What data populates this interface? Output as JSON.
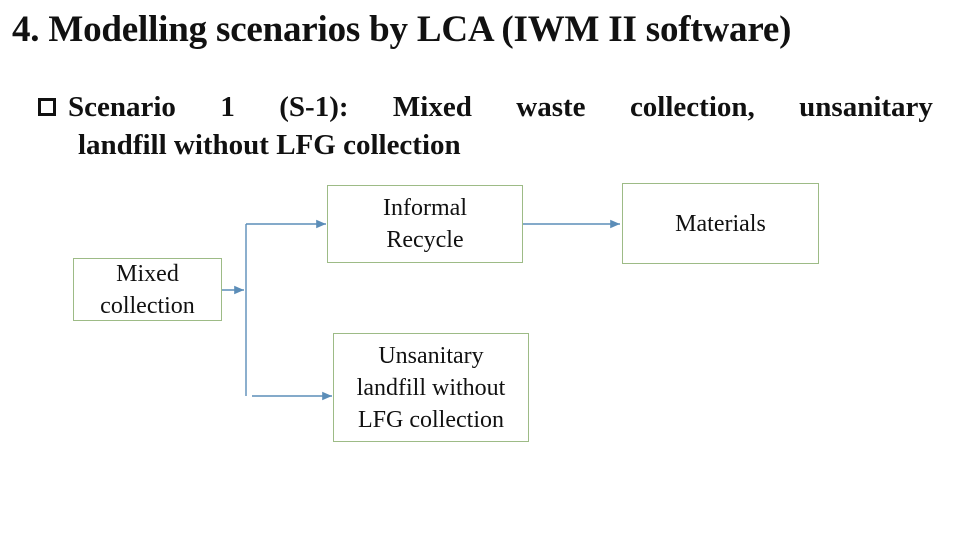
{
  "slide": {
    "title": "4. Modelling scenarios by LCA (IWM II software)",
    "bullet": {
      "line1_words": [
        "Scenario",
        "1",
        "(S-1):",
        "Mixed",
        "waste",
        "collection,",
        "unsanitary"
      ],
      "line2": "landfill without LFG collection"
    }
  },
  "diagram": {
    "nodes": {
      "mixed_collection": {
        "lines": [
          "Mixed",
          "collection"
        ]
      },
      "informal_recycle": {
        "lines": [
          "Informal",
          "Recycle"
        ]
      },
      "materials": {
        "lines": [
          "Materials"
        ]
      },
      "landfill": {
        "lines": [
          "Unsanitary",
          "landfill without",
          "LFG collection"
        ]
      }
    },
    "edges": [
      {
        "from": "mixed_collection",
        "to": "informal_recycle"
      },
      {
        "from": "mixed_collection",
        "to": "landfill"
      },
      {
        "from": "informal_recycle",
        "to": "materials"
      }
    ],
    "colors": {
      "box_border": "#9dbb86",
      "arrow": "#5b8db8"
    }
  }
}
